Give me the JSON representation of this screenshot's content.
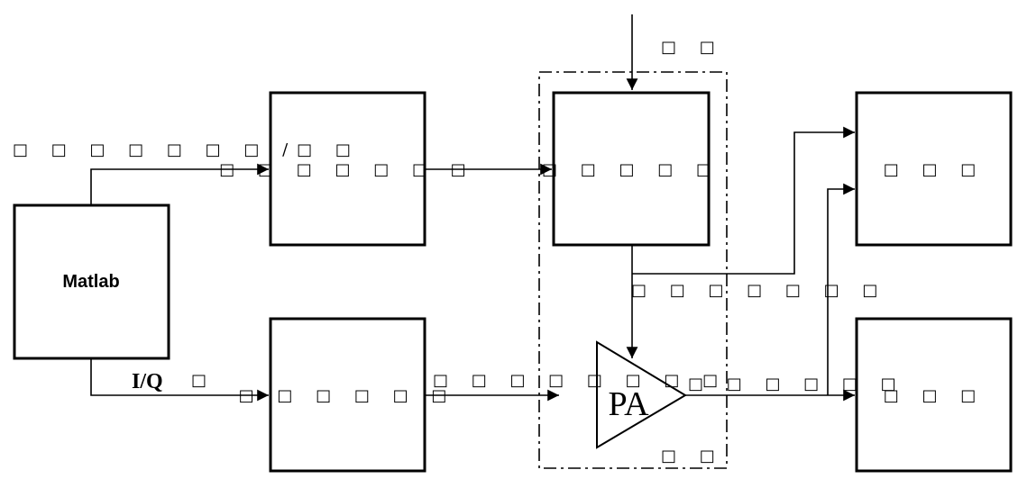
{
  "matlab": {
    "label": "Matlab"
  },
  "signals": {
    "top_left_label": "□ □ □ □ □ □ □ /□ □",
    "iq_prefix": "I/Q",
    "iq_suffix": "□",
    "control_label": "□ □",
    "coupled_label": "□ □ □ □ □ □ □",
    "pa_input_label": "□ □ □ □ □ □ □ □",
    "pa_output_label": "□ □ □ □ □ □",
    "module_label": "□ □"
  },
  "blocks": {
    "upper_generator": "□ □ □ □ □ □ □",
    "lower_generator": "□ □ □ □ □ □",
    "coupler": "□ □ □ □ □",
    "analyzer_top": "□ □ □",
    "analyzer_bottom": "□ □ □"
  },
  "amplifier": {
    "label": "PA"
  }
}
